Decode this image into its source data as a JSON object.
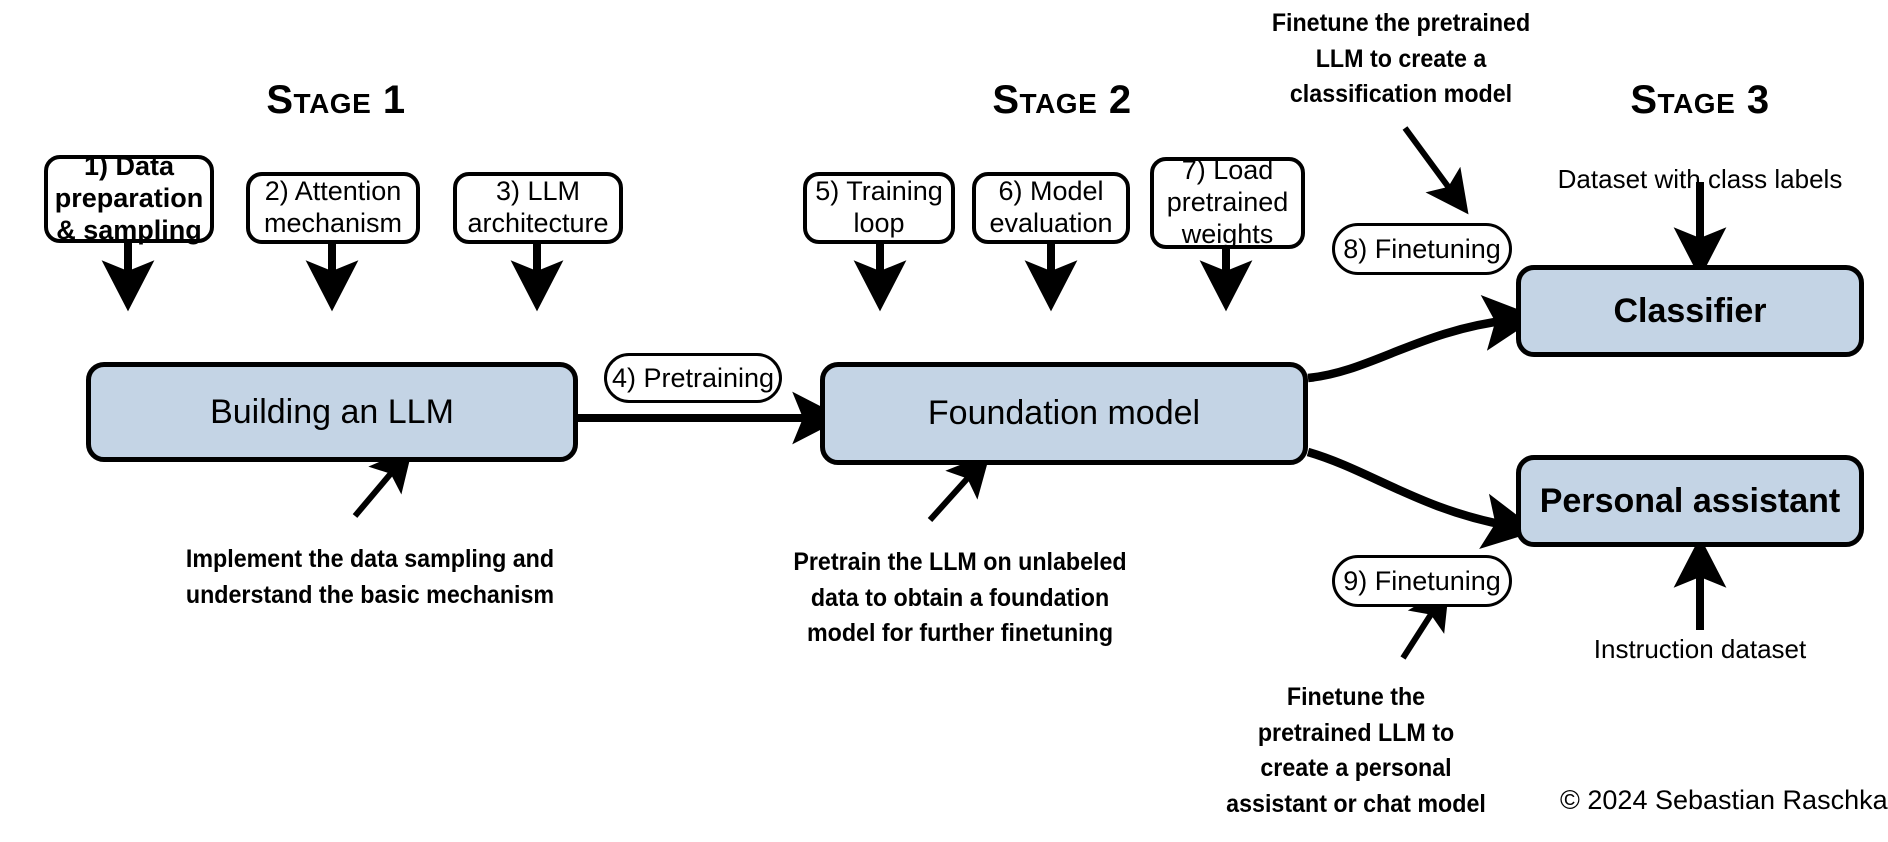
{
  "figure": {
    "title": "Building a Large Language Model: three stages",
    "accent_fill": "#c4d4e5",
    "stroke": "#000000",
    "background": "#ffffff"
  },
  "stages": [
    {
      "id": "stage-1",
      "label": "Stage 1"
    },
    {
      "id": "stage-2",
      "label": "Stage 2"
    },
    {
      "id": "stage-3",
      "label": "Stage 3"
    }
  ],
  "steps": [
    {
      "id": "step-1",
      "label": "1) Data\npreparation\n& sampling",
      "bold": true
    },
    {
      "id": "step-2",
      "label": "2) Attention\nmechanism",
      "bold": false
    },
    {
      "id": "step-3",
      "label": "3) LLM\narchitecture",
      "bold": false
    },
    {
      "id": "step-5",
      "label": "5) Training\nloop",
      "bold": false
    },
    {
      "id": "step-6",
      "label": "6) Model\nevaluation",
      "bold": false
    },
    {
      "id": "step-7",
      "label": "7) Load\npretrained\nweights",
      "bold": false
    }
  ],
  "pills": [
    {
      "id": "pill-4",
      "label": "4) Pretraining"
    },
    {
      "id": "pill-8",
      "label": "8) Finetuning"
    },
    {
      "id": "pill-9",
      "label": "9) Finetuning"
    }
  ],
  "models": [
    {
      "id": "model-building-an-llm",
      "label": "Building an LLM",
      "bold": false
    },
    {
      "id": "model-foundation",
      "label": "Foundation model",
      "bold": false
    },
    {
      "id": "model-classifier",
      "label": "Classifier",
      "bold": true
    },
    {
      "id": "model-personal-assistant",
      "label": "Personal assistant",
      "bold": true
    }
  ],
  "annotations": [
    {
      "id": "annot-stage1",
      "text": "Implement the data sampling and\nunderstand the basic mechanism"
    },
    {
      "id": "annot-stage2",
      "text": "Pretrain the LLM on unlabeled\ndata to obtain a foundation\nmodel for further finetuning"
    },
    {
      "id": "annot-classifier",
      "text": "Finetune the pretrained\nLLM to create a\nclassification model"
    },
    {
      "id": "annot-assistant",
      "text": "Finetune the\npretrained LLM to\ncreate a personal\nassistant or chat model"
    }
  ],
  "captions": [
    {
      "id": "caption-class-labels",
      "text": "Dataset with class labels"
    },
    {
      "id": "caption-instruction-dataset",
      "text": "Instruction dataset"
    }
  ],
  "copyright": {
    "text": "© 2024 Sebastian Raschka"
  }
}
